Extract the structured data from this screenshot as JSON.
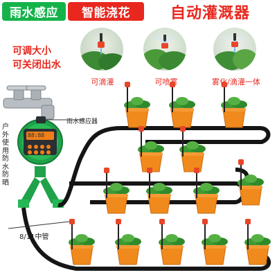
{
  "banner": {
    "pill1": "雨水感应",
    "pill2": "智能浇花",
    "title": "自动灌溉器"
  },
  "notes": {
    "line1": "可调大小",
    "line2": "可关闭出水"
  },
  "photos": [
    {
      "caption": "可滴灌",
      "icon": "drip-photo"
    },
    {
      "caption": "可喷雾",
      "icon": "spray-photo"
    },
    {
      "caption": "雾化/滴灌一体",
      "icon": "mist-drip-photo"
    }
  ],
  "labels": {
    "rain_sensor": "雨水感应器",
    "outdoor_waterproof": "户外使用防水防晒",
    "pipe": "8/11中管",
    "timer_display": "88:88"
  },
  "colors": {
    "brand_green": "#14b34a",
    "accent_red": "#e8281f",
    "pipe_black": "#151515",
    "pot_orange": "#f08a1c"
  }
}
